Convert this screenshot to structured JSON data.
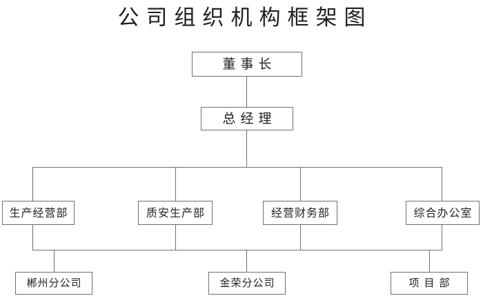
{
  "diagram": {
    "title": "公司组织机构框架图",
    "type": "organizational-chart",
    "background_color": "#ffffff",
    "line_color": "#6d6e71",
    "text_color": "#231f20",
    "levels": [
      {
        "name": "executive-chairman",
        "nodes": [
          {
            "id": "chairman",
            "label": "董事长"
          }
        ]
      },
      {
        "name": "executive-general-manager",
        "nodes": [
          {
            "id": "general-manager",
            "label": "总经理"
          }
        ]
      },
      {
        "name": "departments",
        "nodes": [
          {
            "id": "production-operations",
            "label": "生产经营部"
          },
          {
            "id": "quality-safety-production",
            "label": "质安生产部"
          },
          {
            "id": "operations-finance",
            "label": "经营财务部"
          },
          {
            "id": "general-office",
            "label": "综合办公室"
          }
        ]
      },
      {
        "name": "branches",
        "nodes": [
          {
            "id": "chenzhou-branch",
            "label": "郴州分公司"
          },
          {
            "id": "jinrong-branch",
            "label": "金荣分公司"
          },
          {
            "id": "project-department",
            "label": "项目部"
          }
        ]
      }
    ]
  }
}
